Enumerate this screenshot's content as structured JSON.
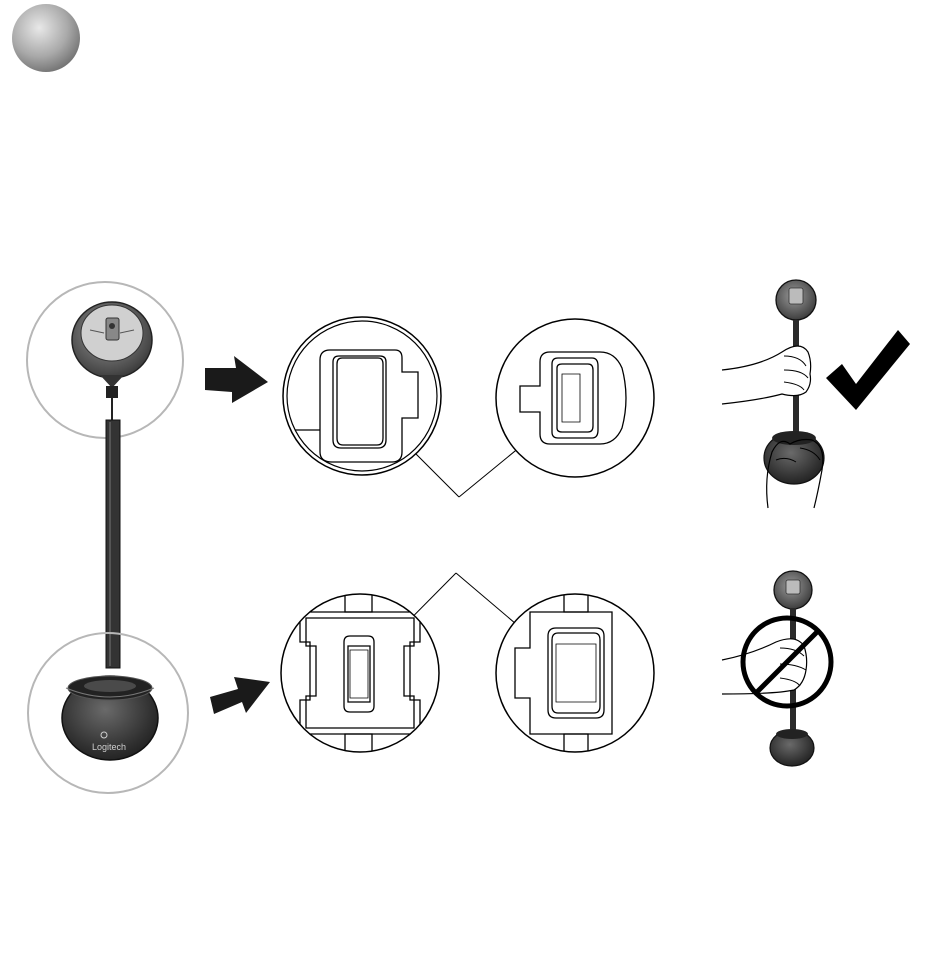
{
  "page": {
    "colors": {
      "outline": "#000000",
      "circle_gray": "#b7b7b7",
      "device_dark": "#3a3a3a",
      "device_mid": "#6b6b6b",
      "badge_light": "#d8d8d8",
      "badge_dark": "#7a7a7a"
    }
  },
  "step_badge": {
    "icon": "gray-sphere-badge",
    "label": ""
  },
  "device": {
    "base_logo_text": "Logitech",
    "icons": [
      "camera-head",
      "pole",
      "speaker-base"
    ]
  },
  "indicators": {
    "correct": {
      "icon": "checkmark-icon",
      "meaning": "correct"
    },
    "incorrect": {
      "icon": "prohibited-icon",
      "meaning": "incorrect"
    }
  }
}
